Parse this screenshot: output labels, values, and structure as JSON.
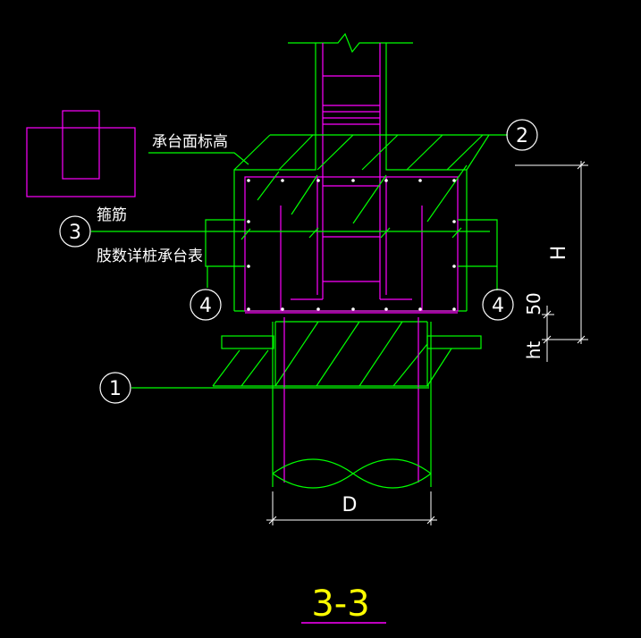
{
  "section_title": "3-3",
  "labels": {
    "cap_top_elevation": "承台面标高",
    "stirrup": "箍筋",
    "limb_count_note": "肢数详桩承台表",
    "dim_H": "H",
    "dim_50": "50",
    "dim_ht": "ht",
    "dim_D": "D"
  },
  "callouts": {
    "c1": "1",
    "c2": "2",
    "c3": "3",
    "c4_left": "4",
    "c4_right": "4"
  },
  "colors": {
    "background": "#000000",
    "concrete_lines": "#00ff00",
    "rebar": "#ff00ff",
    "text": "#ffffff",
    "title": "#ffff00",
    "title_underline": "#ff00ff"
  }
}
